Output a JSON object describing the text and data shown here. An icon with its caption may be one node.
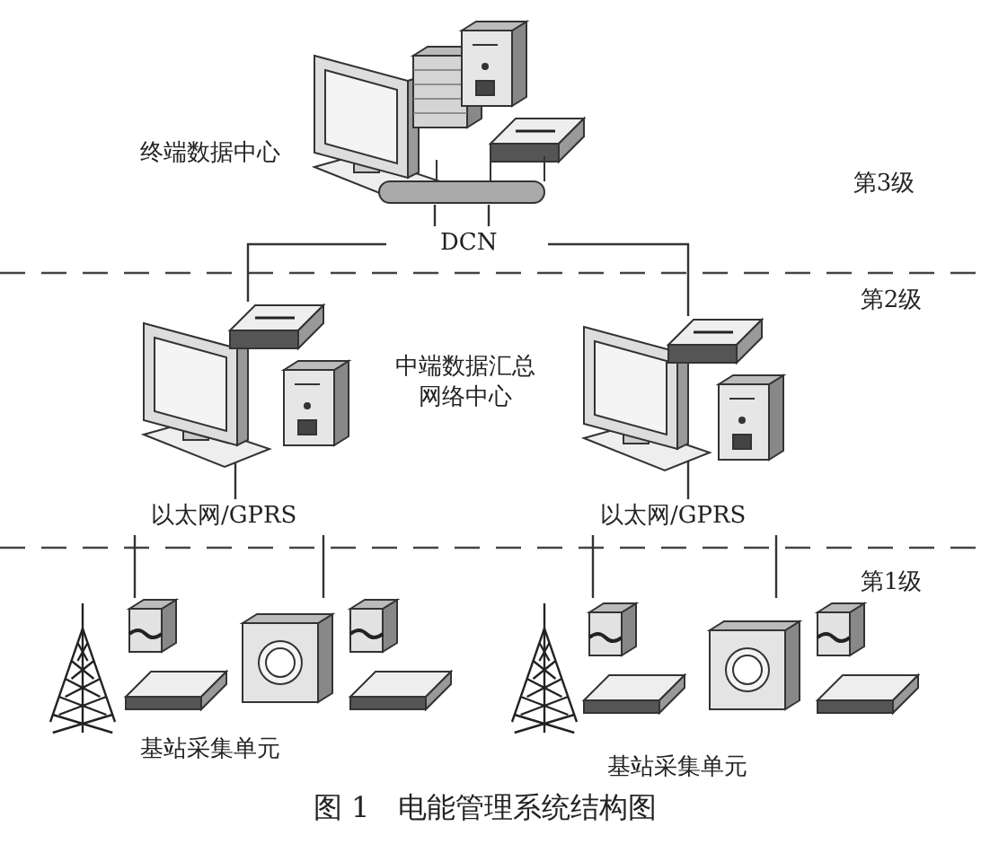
{
  "diagram": {
    "caption": "图 1　电能管理系统结构图",
    "nodes": [
      {
        "text": [
          "终端数据中心"
        ]
      },
      {
        "text": [
          "DCN"
        ]
      },
      {
        "text": [],
        "shape": "picture"
      },
      {
        "text": [],
        "shape": "picture"
      },
      {
        "text": [
          "以太网/GPRS"
        ]
      },
      {
        "text": [
          "以太网/GPRS"
        ]
      },
      {
        "text": [],
        "shape": "picture"
      },
      {
        "text": [],
        "shape": "picture"
      },
      {
        "text": [],
        "shape": "picture"
      },
      {
        "text": [],
        "shape": "picture"
      }
    ],
    "edges": [
      {
        "from": 0,
        "to": 1,
        "arrow": "none"
      },
      {
        "from": 1,
        "to": 2,
        "arrow": "none"
      },
      {
        "from": 1,
        "to": 3,
        "arrow": "none"
      },
      {
        "from": 2,
        "to": 4,
        "arrow": "none"
      },
      {
        "from": 3,
        "to": 5,
        "arrow": "none"
      },
      {
        "from": 4,
        "to": 6,
        "arrow": "none"
      },
      {
        "from": 4,
        "to": 7,
        "arrow": "none"
      },
      {
        "from": 5,
        "to": 8,
        "arrow": "none"
      },
      {
        "from": 5,
        "to": 9,
        "arrow": "none"
      },
      {
        "from": 0,
        "to": 1,
        "arrow": "none"
      }
    ],
    "labels": [
      "第3级",
      "第2级",
      "中端数据汇总网络中心",
      "第1级",
      "基站采集单元",
      "基站采集单元"
    ]
  }
}
